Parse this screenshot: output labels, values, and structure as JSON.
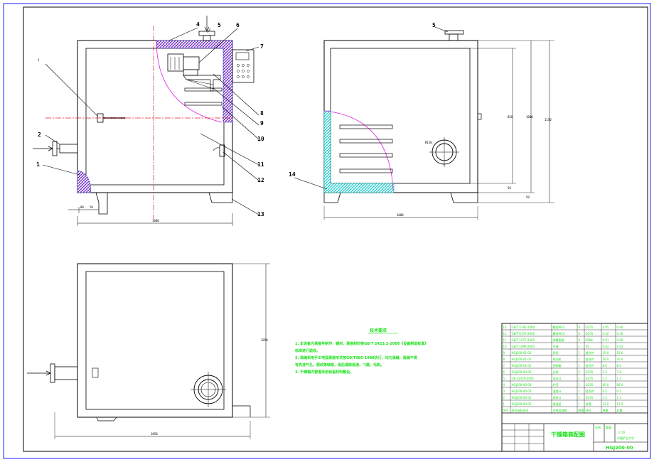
{
  "parts": {
    "p1": "1",
    "p2": "2",
    "p3": "3",
    "p4": "4",
    "p5": "5",
    "p6": "6",
    "p7": "7",
    "p8": "8",
    "p9": "9",
    "p10": "10",
    "p11": "11",
    "p12": "12",
    "p13": "13",
    "p14": "14"
  },
  "dims": {
    "front_width": "1000",
    "front_foot": "80",
    "front_base": "50",
    "side_width": "1000",
    "side_h1": "850",
    "side_h2": "1000",
    "side_h3": "1150",
    "side_b1": "50",
    "side_b2": "50",
    "top_width": "1050",
    "top_depth": "1050",
    "inlet": "Ø120"
  },
  "notes": {
    "title": "技术要求",
    "line1": "1. 本设备为焉接件制作，钢材、焉接材料按GB/T 2423.2-2008《设备制造标准》",
    "line1b": "标准进行验收。",
    "line2": "2. 焉缝采用手工电弧焉接形式按GB/T985-1988执行，均匀焉缝，焉缝不得",
    "line2b": "有夹渣气孔、裂纹等缺陷，焉后清除焉渣、飞溅、毛刺。",
    "line3": "3. 干燥箱内管道采用保温材料敷设。"
  },
  "bom": {
    "rows": [
      [
        "13",
        "GB/T 5781-2000",
        "螺栓M10",
        "8",
        "Q235",
        "0.05",
        "0.40"
      ],
      [
        "12",
        "GB/T 6170-2000",
        "螺母M10",
        "8",
        "Q235",
        "0.02",
        "0.16"
      ],
      [
        "11",
        "GB/T 1972-2005",
        "弹簧垫圈",
        "8",
        "65Mn",
        "0.01",
        "0.08"
      ],
      [
        "10",
        "GB/T 1096-2003",
        "平键",
        "1",
        "45",
        "0.02",
        "0.02"
      ],
      [
        "9",
        "HGJ200-01-03",
        "风机",
        "1",
        "组合件",
        "15.0",
        "15.0"
      ],
      [
        "8",
        "HGJ200-01-02",
        "电动机",
        "1",
        "组合件",
        "20.0",
        "20.0"
      ],
      [
        "7",
        "HGJ200-01-01",
        "控制箱",
        "1",
        "组合件",
        "8.0",
        "8.0"
      ],
      [
        "6",
        "HGJ200-00-06",
        "支架",
        "2",
        "Q235",
        "3.5",
        "7.0"
      ],
      [
        "5",
        "GB 12459-2005",
        "出风口",
        "1",
        "Q235",
        "1.2",
        "1.2"
      ],
      [
        "4",
        "HGJ200-00-04",
        "外壳",
        "1",
        "Q235",
        "85.0",
        "85.0"
      ],
      [
        "3",
        "HGJ200-00-03",
        "温度计",
        "1",
        "组合件",
        "0.5",
        "0.5"
      ],
      [
        "2",
        "HGJ200-00-02",
        "进风口",
        "1",
        "Q235",
        "1.5",
        "1.5"
      ],
      [
        "1",
        "HGJ200-00-01",
        "保温层",
        "1",
        "岩棉",
        "12.0",
        "12.0"
      ],
      [
        "序号",
        "图号或标准号",
        "名称及规格",
        "数量",
        "材料",
        "单重",
        "总重"
      ]
    ],
    "drawing_title": "干燥箱装配图",
    "drawing_no": "HGJ200-00",
    "school": "中国矿业大学",
    "ratio": "1:10",
    "sheet_label": "比例",
    "mass_label": "重量"
  }
}
